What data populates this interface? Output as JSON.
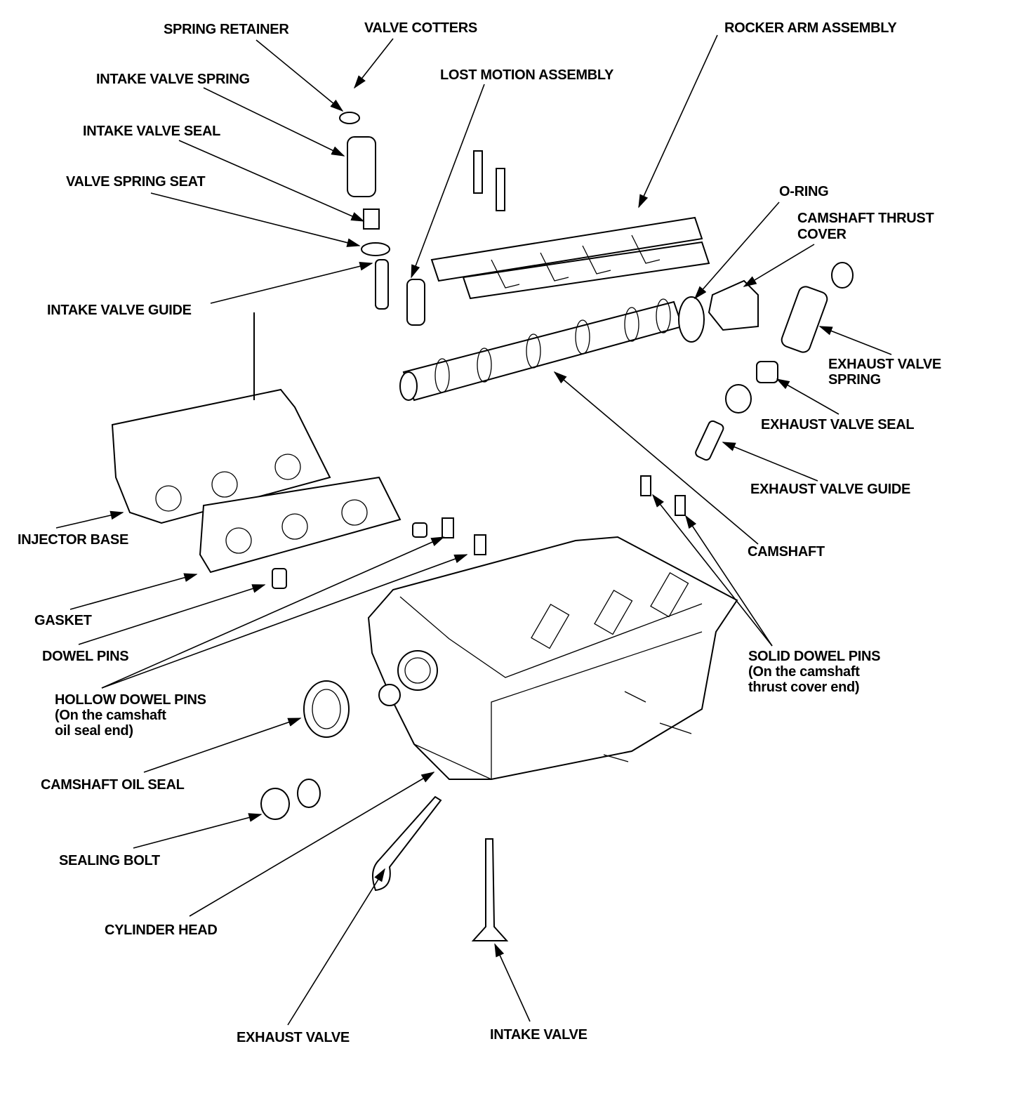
{
  "diagram": {
    "labels": {
      "spring_retainer": "SPRING RETAINER",
      "valve_cotters": "VALVE COTTERS",
      "rocker_arm_assembly": "ROCKER ARM ASSEMBLY",
      "intake_valve_spring": "INTAKE VALVE SPRING",
      "lost_motion_assembly": "LOST MOTION ASSEMBLY",
      "intake_valve_seal": "INTAKE VALVE SEAL",
      "valve_spring_seat": "VALVE SPRING SEAT",
      "o_ring": "O-RING",
      "camshaft_thrust_cover_1": "CAMSHAFT THRUST",
      "camshaft_thrust_cover_2": "COVER",
      "intake_valve_guide": "INTAKE VALVE GUIDE",
      "exhaust_valve_spring_1": "EXHAUST VALVE",
      "exhaust_valve_spring_2": "SPRING",
      "exhaust_valve_seal": "EXHAUST VALVE SEAL",
      "exhaust_valve_guide": "EXHAUST VALVE GUIDE",
      "injector_base": "INJECTOR BASE",
      "camshaft": "CAMSHAFT",
      "gasket": "GASKET",
      "dowel_pins": "DOWEL PINS",
      "solid_dowel_pins_1": "SOLID DOWEL PINS",
      "solid_dowel_pins_2": "(On the camshaft",
      "solid_dowel_pins_3": "thrust cover end)",
      "hollow_dowel_pins_1": "HOLLOW DOWEL PINS",
      "hollow_dowel_pins_2": "(On the camshaft",
      "hollow_dowel_pins_3": "oil seal end)",
      "camshaft_oil_seal": "CAMSHAFT OIL SEAL",
      "sealing_bolt": "SEALING BOLT",
      "cylinder_head": "CYLINDER HEAD",
      "exhaust_valve": "EXHAUST VALVE",
      "intake_valve": "INTAKE VALVE"
    }
  }
}
